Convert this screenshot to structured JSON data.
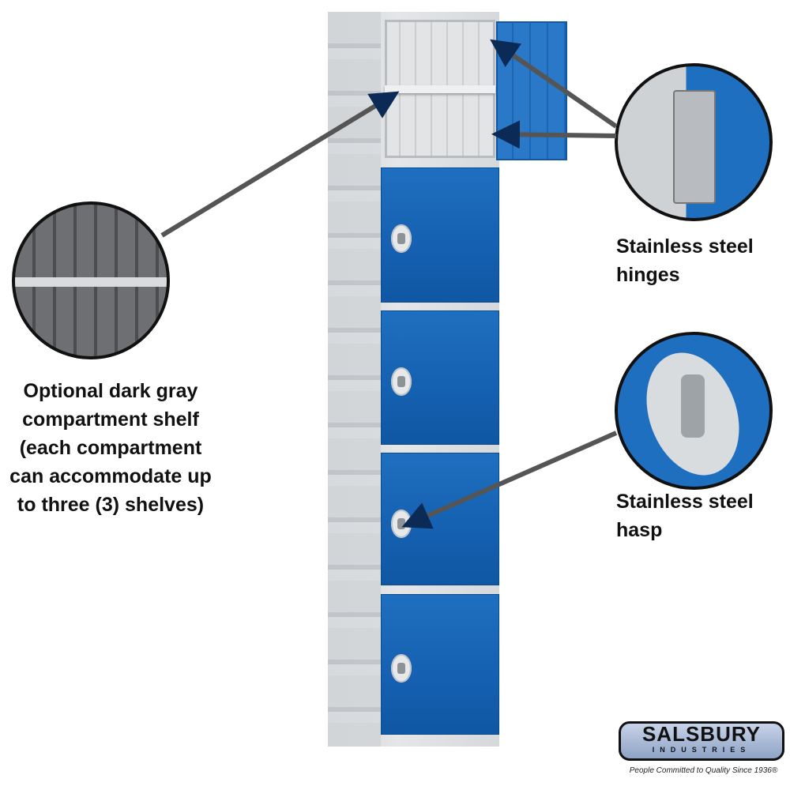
{
  "captions": {
    "shelf": [
      "Optional dark gray",
      "compartment shelf",
      "(each compartment",
      "can accommodate up",
      "to three (3) shelves)"
    ],
    "hinges": [
      "Stainless steel",
      "hinges"
    ],
    "hasp": [
      "Stainless steel",
      "hasp"
    ]
  },
  "logo": {
    "brand": "SALSBURY",
    "sub": "INDUSTRIES",
    "tagline": "People Committed to Quality Since 1936®"
  },
  "colors": {
    "door": "#1560b0",
    "body": "#d6d9dc"
  }
}
